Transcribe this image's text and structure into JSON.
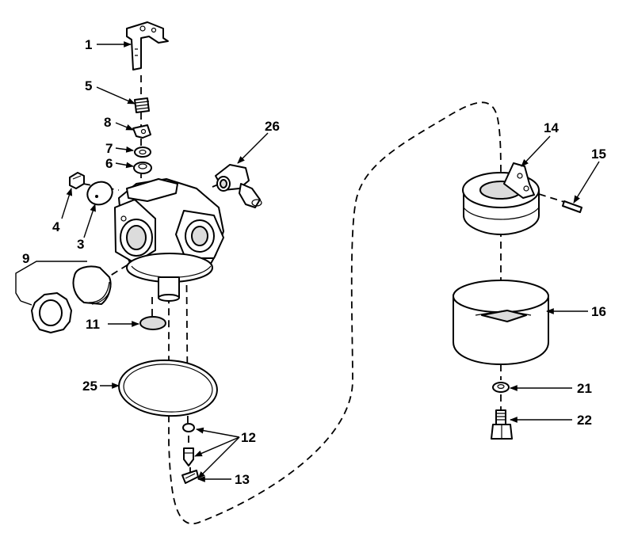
{
  "callouts": [
    {
      "id": "1",
      "text": "1"
    },
    {
      "id": "3",
      "text": "3"
    },
    {
      "id": "4",
      "text": "4"
    },
    {
      "id": "5",
      "text": "5"
    },
    {
      "id": "6",
      "text": "6"
    },
    {
      "id": "7",
      "text": "7"
    },
    {
      "id": "8",
      "text": "8"
    },
    {
      "id": "9",
      "text": "9"
    },
    {
      "id": "11",
      "text": "11"
    },
    {
      "id": "12",
      "text": "12"
    },
    {
      "id": "13",
      "text": "13"
    },
    {
      "id": "14",
      "text": "14"
    },
    {
      "id": "15",
      "text": "15"
    },
    {
      "id": "16",
      "text": "16"
    },
    {
      "id": "21",
      "text": "21"
    },
    {
      "id": "22",
      "text": "22"
    },
    {
      "id": "25",
      "text": "25"
    },
    {
      "id": "26",
      "text": "26"
    }
  ]
}
